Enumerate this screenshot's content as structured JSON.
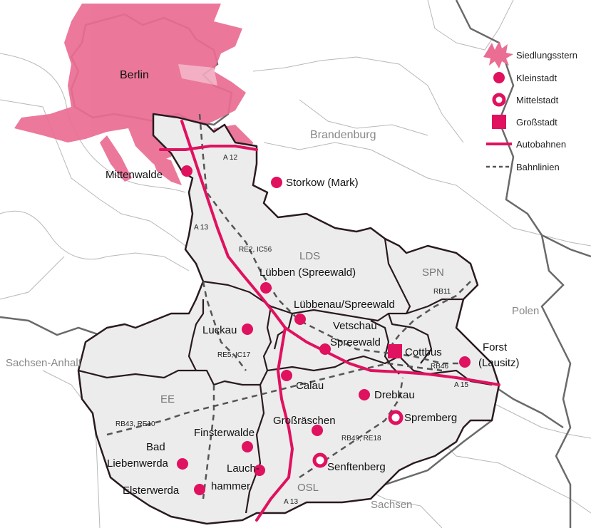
{
  "legend": {
    "items": [
      {
        "label": "Siedlungsstern",
        "symbol": "settlement-star"
      },
      {
        "label": "Kleinstadt",
        "symbol": "filled-circle"
      },
      {
        "label": "Mittelstadt",
        "symbol": "ring"
      },
      {
        "label": "Großstadt",
        "symbol": "square"
      },
      {
        "label": "Autobahnen",
        "symbol": "solid-line"
      },
      {
        "label": "Bahnlinien",
        "symbol": "dashed-line"
      }
    ]
  },
  "regions": {
    "berlin": "Berlin",
    "brandenburg": "Brandenburg",
    "sachsen_anhalt": "Sachsen-Anhalt",
    "sachsen": "Sachsen",
    "polen": "Polen"
  },
  "districts": {
    "lds": "LDS",
    "spn": "SPN",
    "ee": "EE",
    "osl": "OSL"
  },
  "cities": {
    "mittenwalde": "Mittenwalde",
    "storkow": "Storkow (Mark)",
    "luebben": "Lübben (Spreewald)",
    "luebbenau": "Lübbenau/Spreewald",
    "luckau": "Luckau",
    "vetschau_1": "Vetschau",
    "vetschau_2": "Spreewald",
    "cottbus": "Cottbus",
    "forst_1": "Forst",
    "forst_2": "(Lausitz)",
    "calau": "Calau",
    "drebkau": "Drebkau",
    "spremberg": "Spremberg",
    "grossraeschen": "Großräschen",
    "finsterwalde": "Finsterwalde",
    "bad_liebenwerda_1": "Bad",
    "bad_liebenwerda_2": "Liebenwerda",
    "lauchhammer_1": "Lauch-",
    "lauchhammer_2": "hammer",
    "senftenberg": "Senftenberg",
    "elsterwerda": "Elsterwerda"
  },
  "routes": {
    "a12": "A 12",
    "a13_north": "A 13",
    "a13_south": "A 13",
    "a15": "A 15",
    "re2": "RE2, IC56",
    "re5": "RE5, IC17",
    "rb11": "RB11",
    "rb46": "RB46",
    "rb43": "RB43, RE10",
    "rb49": "RB49, RE18"
  },
  "colors": {
    "accent": "#e0115f",
    "settlement": "#ea6d93",
    "area_fill": "#ececec",
    "outer_border": "#555555",
    "district_border": "#2a1a20"
  }
}
